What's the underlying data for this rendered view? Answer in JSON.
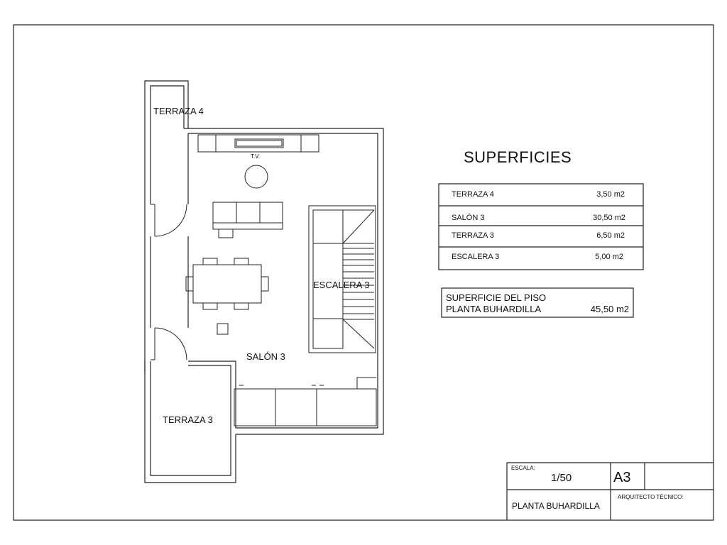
{
  "plan": {
    "rooms": {
      "terraza4": "TERRAZA 4",
      "terraza3": "TERRAZA 3",
      "salon3": "SALÓN 3",
      "escalera3": "ESCALERA 3"
    },
    "tv_label": "T.V."
  },
  "surfaces": {
    "title": "SUPERFICIES",
    "rows": [
      {
        "name": "TERRAZA 4",
        "value": "3,50 m2"
      },
      {
        "name": "SALÓN 3",
        "value": "30,50 m2"
      },
      {
        "name": "TERRAZA 3",
        "value": "6,50 m2"
      },
      {
        "name": "ESCALERA 3",
        "value": "5,00 m2"
      }
    ],
    "total": {
      "line1": "SUPERFICIE DEL PISO",
      "line2": "PLANTA BUHARDILLA",
      "value": "45,50 m2"
    }
  },
  "title_block": {
    "scale_label": "ESCALA:",
    "scale_value": "1/50",
    "sheet_size": "A3",
    "drawing_name": "PLANTA BUHARDILLA",
    "author_label": "ARQUITECTO TÉCNICO:"
  }
}
